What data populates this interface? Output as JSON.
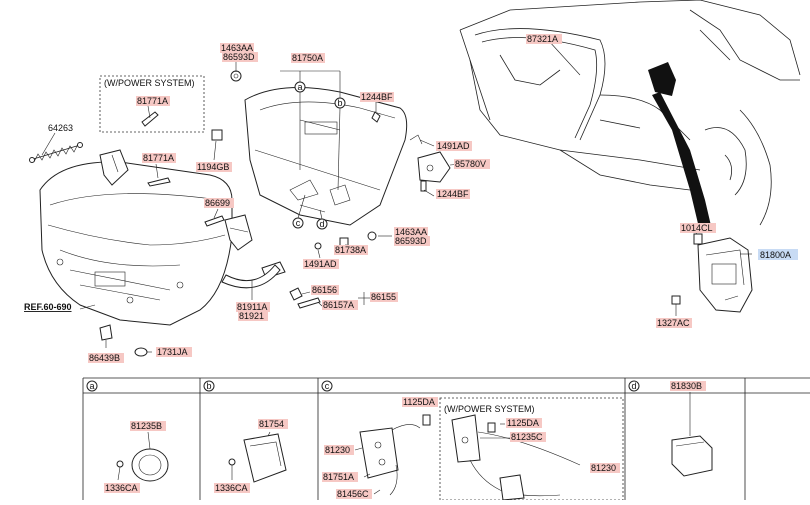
{
  "labels": {
    "p1463AA_top": "1463AA",
    "p86593D_top": "86593D",
    "p81750A": "81750A",
    "p87321A": "87321A",
    "power_system_1": "(W/POWER SYSTEM)",
    "p81771A_1": "81771A",
    "p1244BF_1": "1244BF",
    "p64263": "64263",
    "p81771A_2": "81771A",
    "p1194GB": "1194GB",
    "p1491AD_1": "1491AD",
    "p85780V": "85780V",
    "p1244BF_2": "1244BF",
    "p86699": "86699",
    "p1463AA_mid": "1463AA",
    "p86593D_mid": "86593D",
    "p1491AD_2": "1491AD",
    "p81738A": "81738A",
    "p86156": "86156",
    "p86155": "86155",
    "p86157A": "86157A",
    "ref": "REF.60-690",
    "p81911A": "81911A",
    "p81921": "81921",
    "p86439B": "86439B",
    "p1731JA": "1731JA",
    "p1014CL": "1014CL",
    "p81800A": "81800A",
    "p1327AC": "1327AC",
    "p81235B": "81235B",
    "p1336CA_a": "1336CA",
    "p81754": "81754",
    "p1336CA_b": "1336CA",
    "p1125DA_1": "1125DA",
    "power_system_2": "(W/POWER SYSTEM)",
    "p1125DA_2": "1125DA",
    "p81235C": "81235C",
    "p81230_1": "81230",
    "p81230_2": "81230",
    "p81751A": "81751A",
    "p81456C": "81456C",
    "p81830B": "81830B"
  },
  "callouts": [
    "a",
    "b",
    "c",
    "d"
  ],
  "colors": {
    "label_bg": "#f6c8c4",
    "highlight_bg": "#c8dbf4",
    "line": "#222222"
  }
}
